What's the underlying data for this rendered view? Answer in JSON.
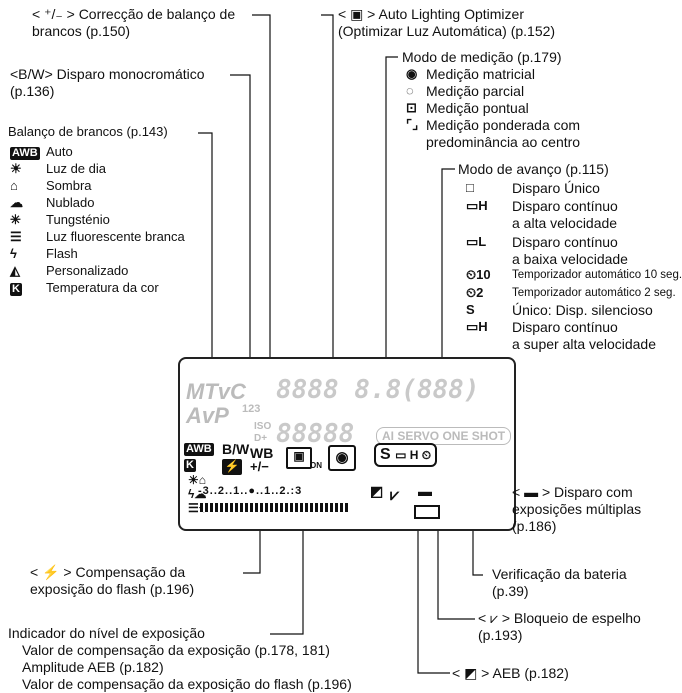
{
  "wb_correction": {
    "symbol": "WB",
    "line1": "< ⁺/₋ > Correcção de balanço de",
    "line2": "brancos (p.150)"
  },
  "monochrome": {
    "line1": "<B/W> Disparo monocromático",
    "line2": "(p.136)"
  },
  "white_balance": {
    "title": "Balanço de brancos (p.143)",
    "items": [
      {
        "icon": "AWB",
        "label": "Auto"
      },
      {
        "icon": "☀",
        "label": "Luz de dia"
      },
      {
        "icon": "⌂",
        "label": "Sombra"
      },
      {
        "icon": "☁",
        "label": "Nublado"
      },
      {
        "icon": "✳",
        "label": "Tungsténio"
      },
      {
        "icon": "☰",
        "label": "Luz fluorescente branca"
      },
      {
        "icon": "ϟ",
        "label": "Flash"
      },
      {
        "icon": "◭",
        "label": "Personalizado"
      },
      {
        "icon": "K",
        "label": "Temperatura da cor"
      }
    ]
  },
  "alo": {
    "line1": "< ▣ > Auto Lighting Optimizer",
    "line2": "(Optimizar Luz Automática) (p.152)"
  },
  "metering": {
    "title": "Modo de medição (p.179)",
    "items": [
      {
        "icon": "◉",
        "label": "Medição matricial"
      },
      {
        "icon": "◌",
        "label": "Medição parcial"
      },
      {
        "icon": "⊡",
        "label": "Medição pontual"
      },
      {
        "icon": "⌜⌟",
        "label": "Medição ponderada com",
        "label2": "predominância ao centro"
      }
    ]
  },
  "drive": {
    "title": "Modo de avanço (p.115)",
    "items": [
      {
        "icon": "□",
        "label": "Disparo Único"
      },
      {
        "icon": "▭H",
        "label": "Disparo contínuo",
        "label2": "a alta velocidade"
      },
      {
        "icon": "▭L",
        "label": "Disparo contínuo",
        "label2": "a baixa velocidade"
      },
      {
        "icon": "⏲10",
        "label": "Temporizador automático 10 seg."
      },
      {
        "icon": "⏲2",
        "label": "Temporizador automático 2 seg."
      },
      {
        "icon": "S",
        "label": "Único: Disp. silencioso"
      },
      {
        "icon": "▭H",
        "label": "Disparo contínuo",
        "label2": "a super alta velocidade"
      }
    ]
  },
  "lcd": {
    "modes": "MTvC",
    "modes2": "AvP",
    "modes_sup": "123",
    "iso": "ISO",
    "dplus": "D+",
    "seg1": "8888 8.8(888)",
    "seg2": "88888",
    "af": "AI SERVO ONE SHOT",
    "bw": "B/W",
    "wb": "WB",
    "wbpm": "+/−",
    "on": "ON",
    "drive_s": "S",
    "drive_icons": "▭ H ⏲",
    "scale": "-3..2..1..●..1..2.:3",
    "awb": "AWB",
    "k": "K"
  },
  "flash_comp": {
    "line1": "< ⚡ > Compensação da",
    "line2": "exposição do flash (p.196)"
  },
  "multi_exp": {
    "line1": "< ▬ > Disparo com",
    "line2": "exposições múltiplas",
    "line3": "(p.186)"
  },
  "battery": {
    "line1": "Verificação da bateria",
    "line2": "(p.39)"
  },
  "mirror": {
    "line1": "< ⩗ > Bloqueio de espelho",
    "line2": "(p.193)"
  },
  "aeb": {
    "label": "< ◩ > AEB (p.182)"
  },
  "exposure": {
    "title": "Indicador do nível de exposição",
    "lines": [
      "Valor de compensação da exposição (p.178, 181)",
      "Amplitude AEB (p.182)",
      "Valor de compensação da exposição do flash (p.196)"
    ]
  }
}
